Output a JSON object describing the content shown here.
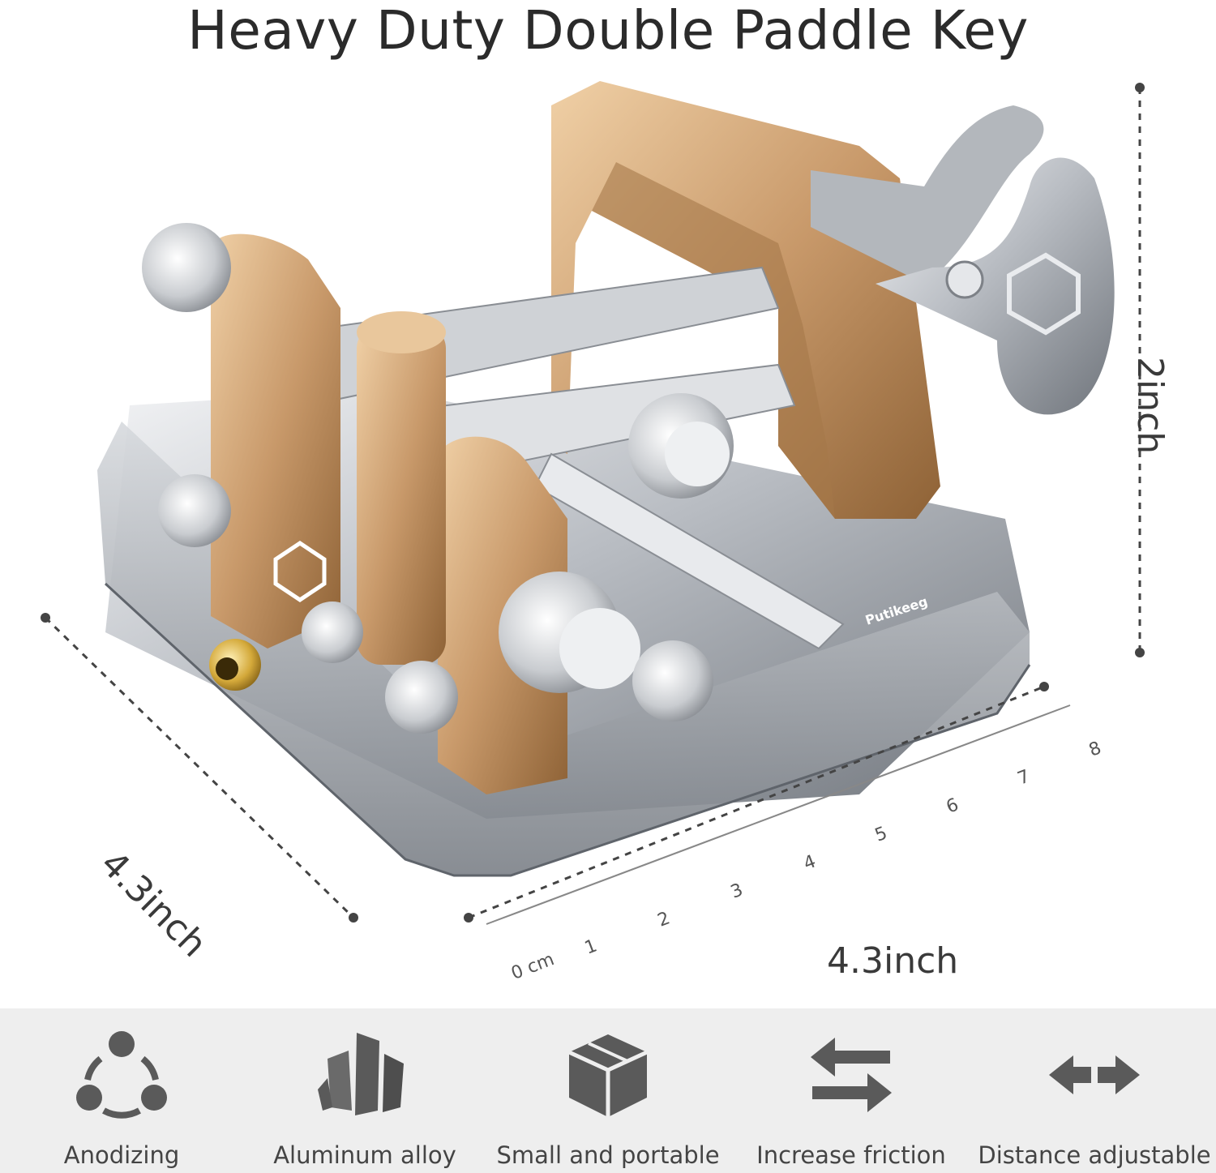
{
  "title": "Heavy Duty Double Paddle Key",
  "dimensions": {
    "height_label": "2inch",
    "depth_label": "4.3inch",
    "width_label": "4.3inch"
  },
  "brand": "Putikeeg",
  "ruler": {
    "unit_label": "0 cm",
    "ticks": [
      "1",
      "2",
      "3",
      "4",
      "5",
      "6",
      "7",
      "8"
    ]
  },
  "features": [
    {
      "label": "Anodizing",
      "icon": "anodizing-icon"
    },
    {
      "label": "Aluminum alloy",
      "icon": "aluminum-crystal-icon"
    },
    {
      "label": "Small and portable",
      "icon": "box-icon"
    },
    {
      "label": "Increase friction",
      "icon": "opposing-arrows-icon"
    },
    {
      "label": "Distance adjustable",
      "icon": "double-arrow-icon"
    }
  ],
  "colors": {
    "bronze": "#c69a6a",
    "steel": "#b8bcc2",
    "icon": "#5a5a5a",
    "feature_bg": "#eeeeee"
  }
}
